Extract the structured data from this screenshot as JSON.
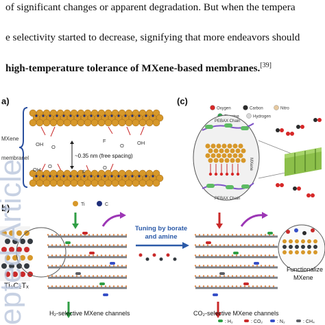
{
  "text": {
    "line1": "of significant changes or apparent degradation. But when the tempera",
    "line2": "e selectivity started to decrease, signifying that more endeavors should",
    "line3_bold": "high-temperature tolerance of MXene-based membranes.",
    "line3_ref": "[39]"
  },
  "watermark": {
    "text": "epted Article",
    "color": "#b9c6dc"
  },
  "figure": {
    "panel_a": {
      "label": "a)",
      "spacing_label": "~0.35 nm (free spacing)",
      "left_labels": [
        "MXene",
        "membranel"
      ],
      "legend": [
        {
          "symbol": "Ti",
          "color": "#d7982a"
        },
        {
          "symbol": "C",
          "color": "#1f2e7a"
        }
      ],
      "atom_labels": [
        "OH",
        "O",
        "F",
        "O",
        "OH",
        "O",
        "F",
        "OH",
        "O"
      ]
    },
    "panel_c": {
      "label": "(c)",
      "legend": [
        "Oxygen",
        "Carbon",
        "Nitro",
        "Fluorine",
        "Hydrogen"
      ],
      "legend_colors": [
        "#d62828",
        "#2b2b2b",
        "#e6c9a0",
        "#2fa84f",
        "#d8d8d8"
      ],
      "chain_labels": [
        "PEBAX Chain",
        "PEBAX Chain",
        "MXene"
      ]
    },
    "panel_b": {
      "label": "b)",
      "material": "Ti₃C₂Tₓ",
      "tuning_text": "Tuning by borate and amine",
      "left_caption": "H₂-selective MXene channels",
      "right_caption": "CO₂-selective MXene channels",
      "functionalized_label": "Functionalize MXene",
      "gas_legend": [
        "H₂",
        "CO₂",
        "N₂",
        "CH₄"
      ],
      "gas_colors": [
        "#2f9e44",
        "#c92a2a",
        "#364fc7",
        "#5c5f66"
      ]
    }
  }
}
